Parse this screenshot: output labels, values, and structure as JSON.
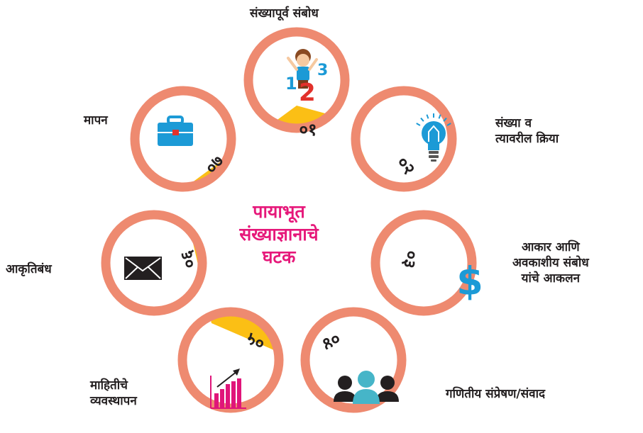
{
  "center": {
    "lines": [
      "पायाभूत",
      "संख्याज्ञानाचे",
      "घटक"
    ]
  },
  "components": [
    {
      "number": "०१",
      "label": [
        "संख्यापूर्व संबोध"
      ],
      "icon": "child-with-numbers-icon",
      "icon_text": "123"
    },
    {
      "number": "०२",
      "label": [
        "संख्या व",
        "त्यावरील क्रिया"
      ],
      "icon": "lightbulb-icon"
    },
    {
      "number": "०३",
      "label": [
        "आकार आणि",
        "अवकाशीय संबोध",
        "यांचे आकलन"
      ],
      "icon": "dollar-icon",
      "icon_text": "$"
    },
    {
      "number": "०४",
      "label": [
        "गणितीय संप्रेषण/संवाद"
      ],
      "icon": "people-group-icon"
    },
    {
      "number": "०५",
      "label": [
        "माहितीचे",
        "व्यवस्थापन"
      ],
      "icon": "bar-chart-growth-icon"
    },
    {
      "number": "०६",
      "label": [
        "आकृतिबंध"
      ],
      "icon": "envelope-icon"
    },
    {
      "number": "०७",
      "label": [
        "मापन"
      ],
      "icon": "briefcase-icon"
    }
  ],
  "colors": {
    "ring": "#ee8a70",
    "heptagon": "#fbbf15",
    "center_text": "#e6187a",
    "icon_blue": "#1c9ad6",
    "icon_red": "#e2312b",
    "icon_magenta": "#e0157a",
    "icon_dark": "#231f20",
    "icon_teal": "#46b5c8",
    "number_text": "#231f20",
    "label_text": "#231f20"
  }
}
